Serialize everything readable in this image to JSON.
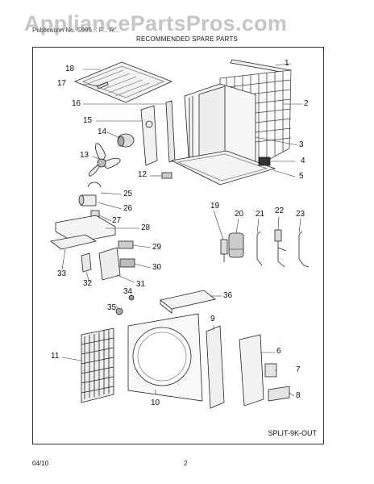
{
  "watermark": "AppliancePartsPros.com",
  "header_partial": "Publication No. 5995... F... R...",
  "subtitle": "RECOMMENDED SPARE PARTS",
  "model_label": "SPLIT-9K-OUT",
  "footer": {
    "date": "04/10",
    "page": "2"
  },
  "callouts": [
    "1",
    "2",
    "3",
    "4",
    "5",
    "9",
    "10",
    "11",
    "12",
    "13",
    "14",
    "15",
    "16",
    "17",
    "18",
    "19",
    "20",
    "21",
    "22",
    "23",
    "25",
    "26",
    "27",
    "28",
    "29",
    "30",
    "31",
    "32",
    "33",
    "34",
    "35",
    "36",
    "6",
    "7",
    "8"
  ]
}
